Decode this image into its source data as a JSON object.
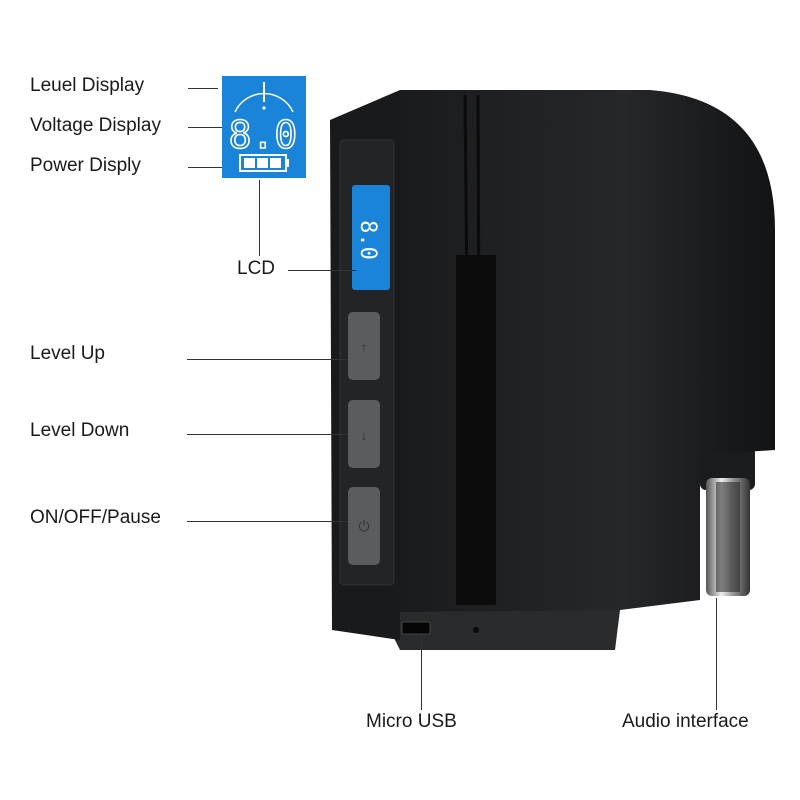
{
  "labels": {
    "level_display": "Leuel Display",
    "voltage_display": "Voltage Display",
    "power_display": "Power Disply",
    "lcd": "LCD",
    "level_up": "Level Up",
    "level_down": "Level Down",
    "power_button": "ON/OFF/Pause",
    "micro_usb": "Micro USB",
    "audio_interface": "Audio interface"
  },
  "lcd_readout": "8.0",
  "battery_bars": 3,
  "colors": {
    "lcd_blue": "#1a84d8",
    "body": "#1e1f21",
    "button": "#5a5c5f"
  }
}
